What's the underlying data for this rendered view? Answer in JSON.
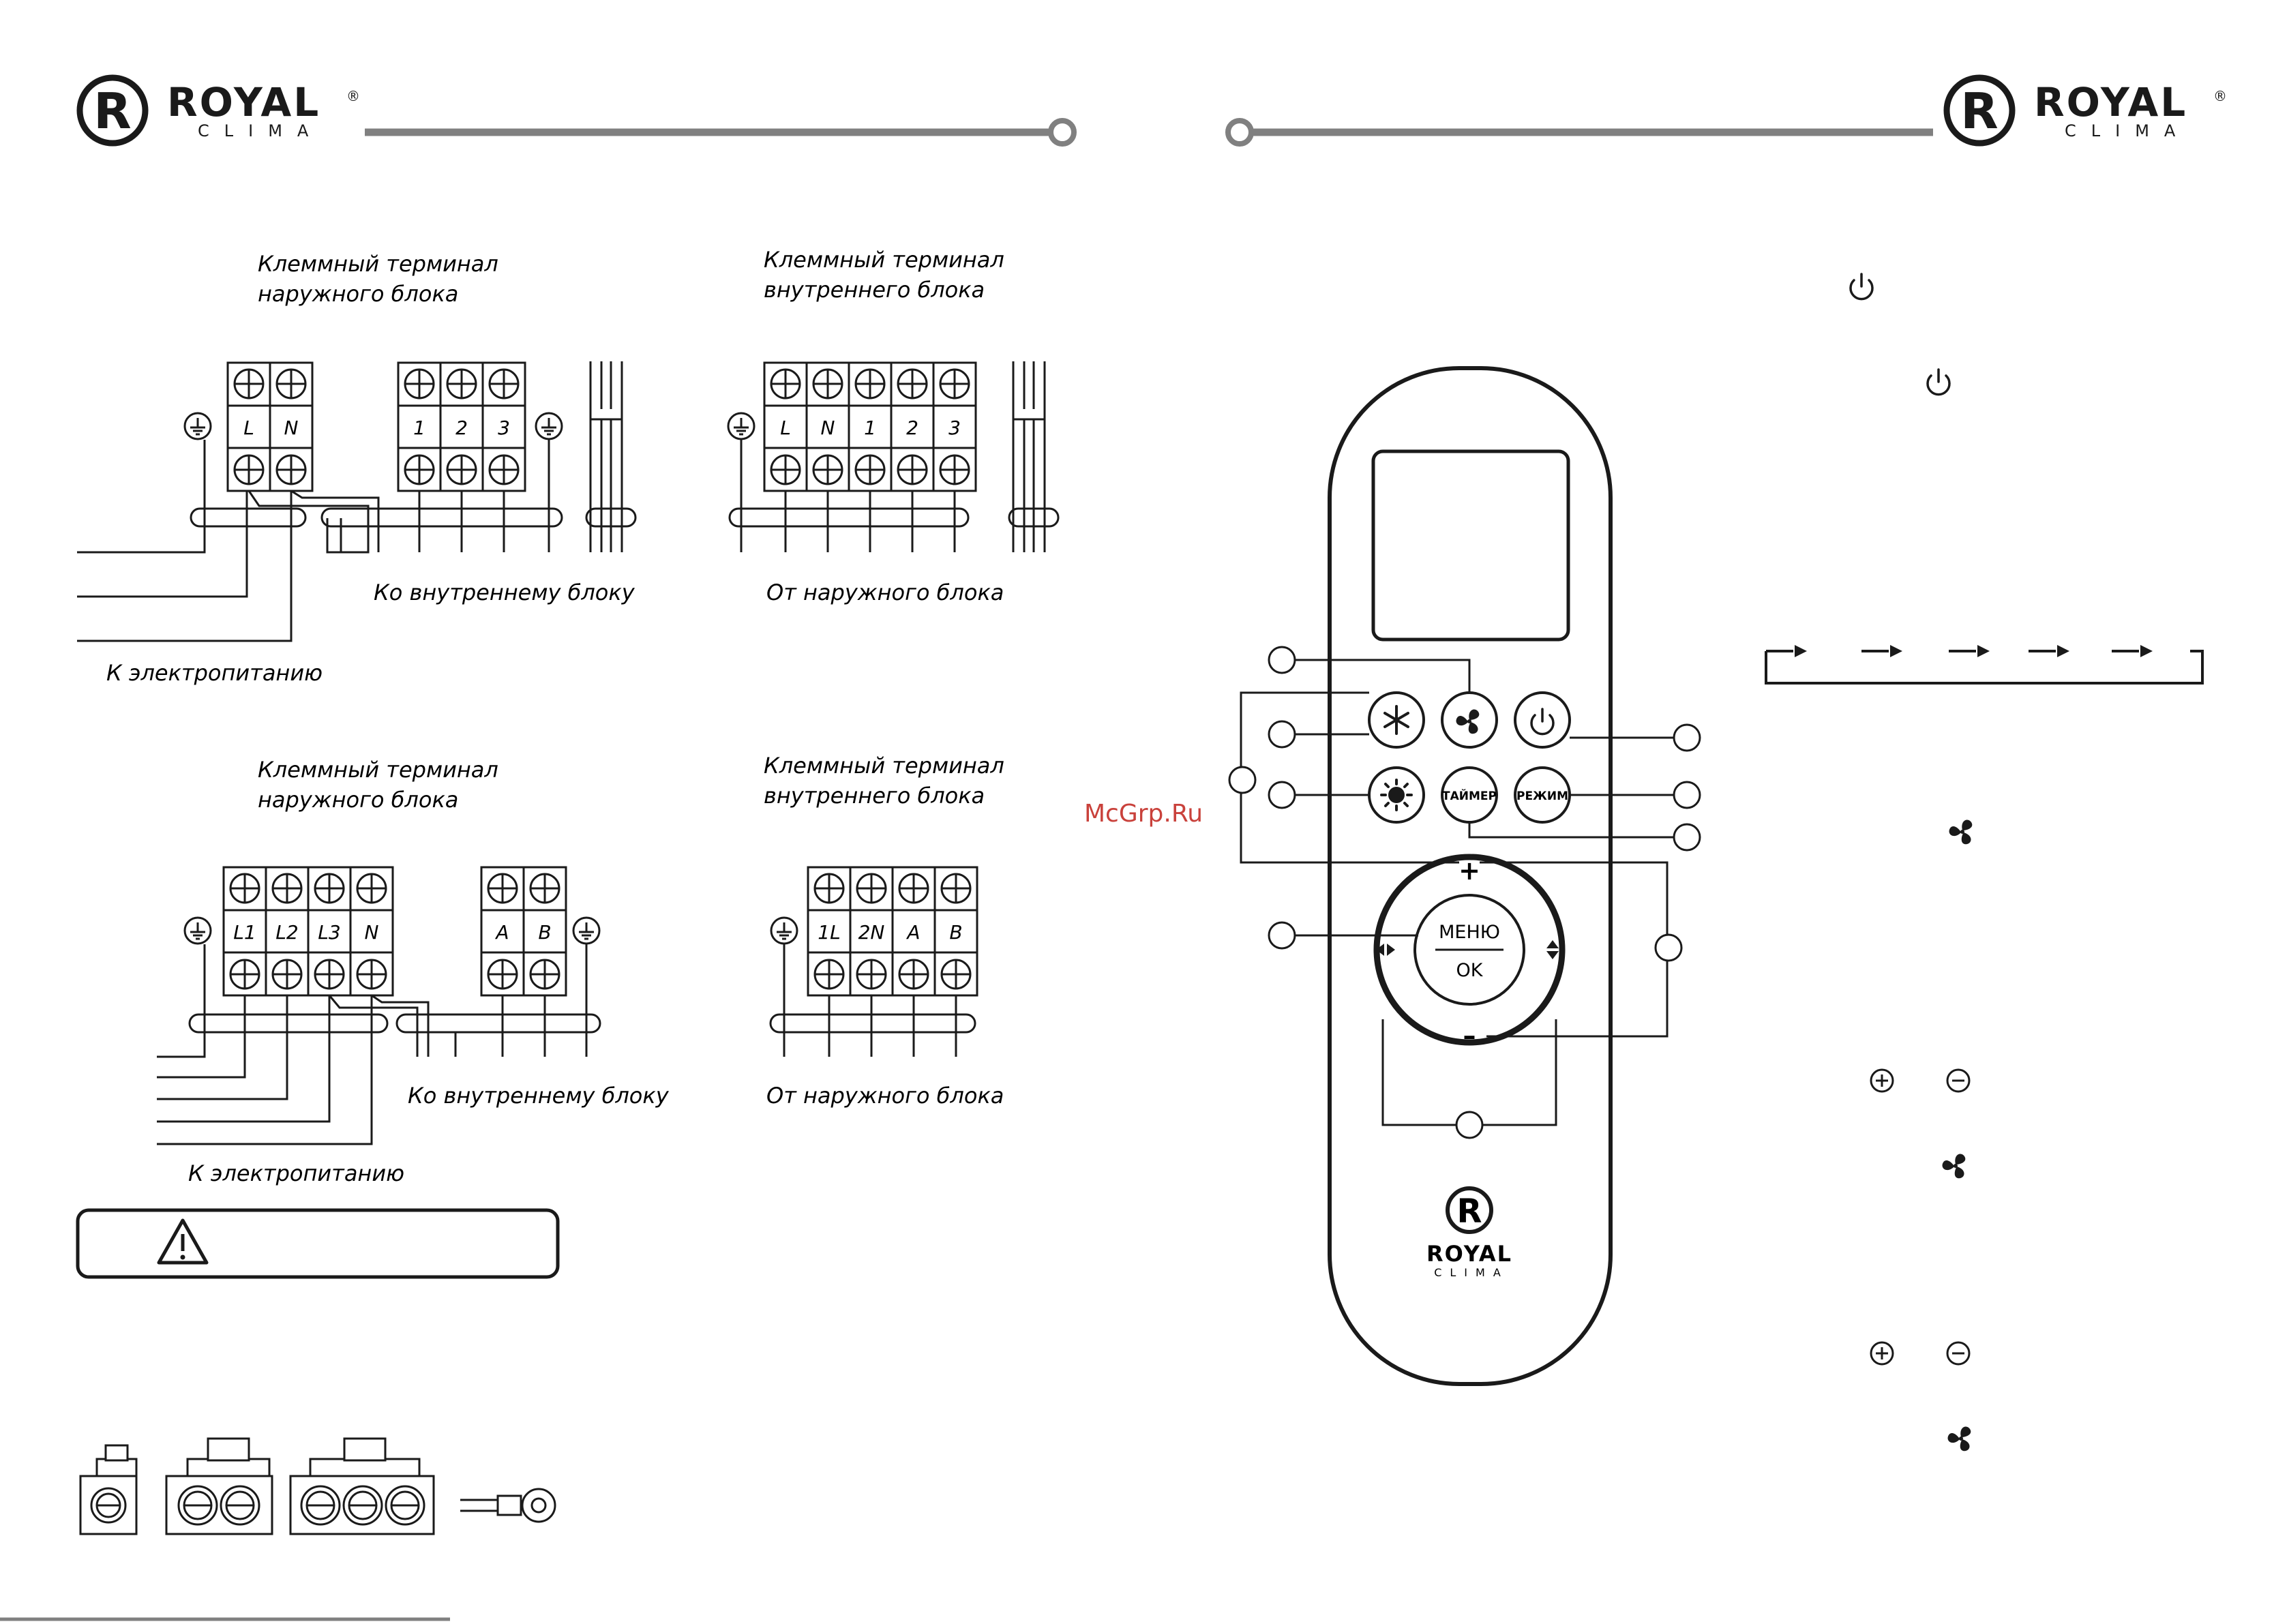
{
  "brand": {
    "name": "ROYAL",
    "sub": "CLIMA",
    "reg": "®",
    "mark": "R"
  },
  "watermark": "McGrp.Ru",
  "wiring": {
    "top": {
      "outdoor_caption_1": "Клеммный терминал",
      "outdoor_caption_2": "наружного блока",
      "indoor_caption_1": "Клеммный терминал",
      "indoor_caption_2": "внутреннего блока",
      "outdoor_labels": [
        "L",
        "N"
      ],
      "signal_labels": [
        "1",
        "2",
        "3"
      ],
      "indoor_labels": [
        "L",
        "N",
        "1",
        "2",
        "3"
      ],
      "to_indoor": "Ко внутреннему блоку",
      "from_outdoor": "От наружного блока",
      "to_power": "К электропитанию"
    },
    "bottom": {
      "outdoor_caption_1": "Клеммный терминал",
      "outdoor_caption_2": "наружного блока",
      "indoor_caption_1": "Клеммный терминал",
      "indoor_caption_2": "внутреннего блока",
      "outdoor_labels": [
        "L1",
        "L2",
        "L3",
        "N"
      ],
      "signal_labels": [
        "A",
        "B"
      ],
      "indoor_labels": [
        "1L",
        "2N",
        "A",
        "B"
      ],
      "to_indoor": "Ко внутреннему блоку",
      "from_outdoor": "От наружного блока",
      "to_power": "К электропитанию"
    }
  },
  "remote": {
    "buttons": {
      "timer": "ТАЙМЕР",
      "mode": "РЕЖИМ",
      "menu": "МЕНЮ",
      "ok": "OK",
      "plus": "+",
      "minus": "–"
    },
    "logo_name": "ROYAL",
    "logo_sub": "CLIMA"
  },
  "icons": [
    "power-icon",
    "fan-icon",
    "snowflake-icon",
    "sun-icon",
    "plus-circle-icon",
    "minus-circle-icon",
    "warning-icon",
    "ground-icon"
  ]
}
